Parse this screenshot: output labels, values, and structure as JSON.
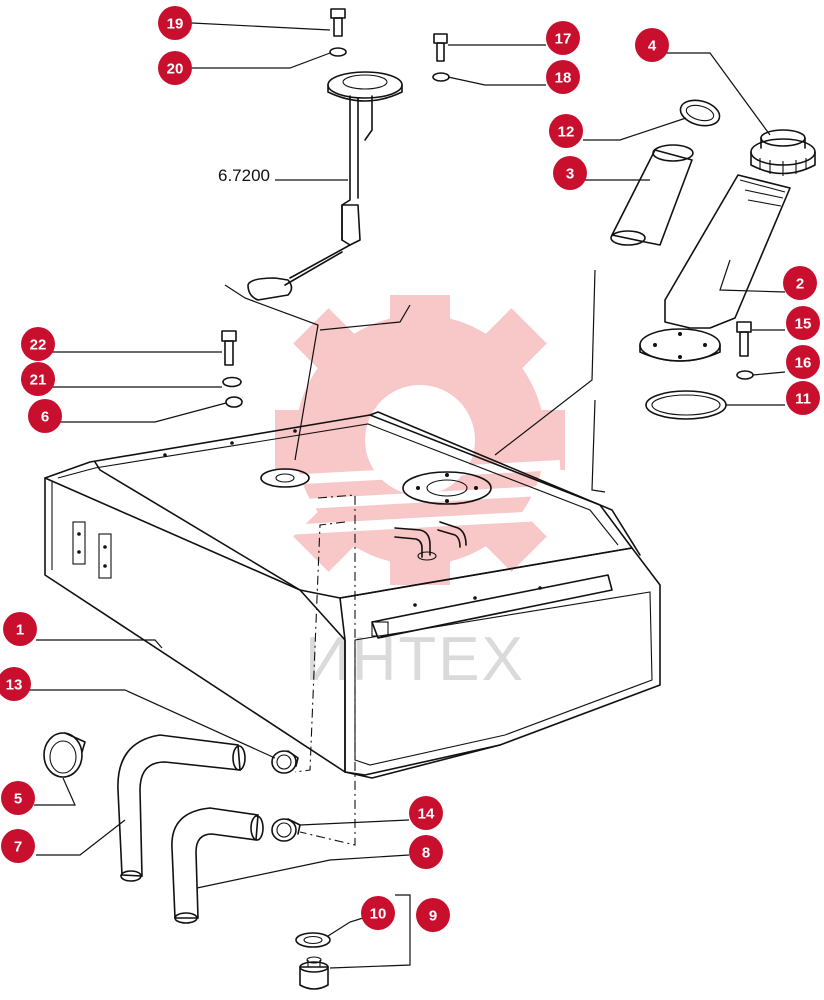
{
  "diagram": {
    "reference_label": "6.7200",
    "watermark_text": "ИНТЕХ",
    "badge_color": "#c8102e",
    "watermark_color": "#e83a3a",
    "callouts": [
      {
        "id": "c19",
        "label": "19"
      },
      {
        "id": "c20",
        "label": "20"
      },
      {
        "id": "c17",
        "label": "17"
      },
      {
        "id": "c18",
        "label": "18"
      },
      {
        "id": "c4",
        "label": "4"
      },
      {
        "id": "c12",
        "label": "12"
      },
      {
        "id": "c3",
        "label": "3"
      },
      {
        "id": "c2",
        "label": "2"
      },
      {
        "id": "c15",
        "label": "15"
      },
      {
        "id": "c16",
        "label": "16"
      },
      {
        "id": "c11",
        "label": "11"
      },
      {
        "id": "c22",
        "label": "22"
      },
      {
        "id": "c21",
        "label": "21"
      },
      {
        "id": "c6",
        "label": "6"
      },
      {
        "id": "c1",
        "label": "1"
      },
      {
        "id": "c13",
        "label": "13"
      },
      {
        "id": "c5",
        "label": "5"
      },
      {
        "id": "c7",
        "label": "7"
      },
      {
        "id": "c14",
        "label": "14"
      },
      {
        "id": "c8",
        "label": "8"
      },
      {
        "id": "c10",
        "label": "10"
      },
      {
        "id": "c9",
        "label": "9"
      }
    ]
  }
}
